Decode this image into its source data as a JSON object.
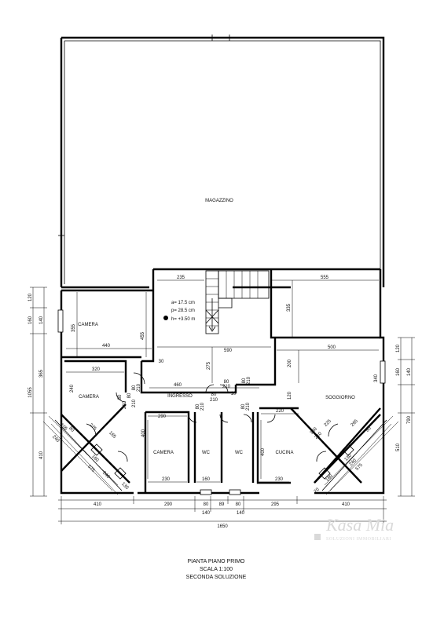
{
  "rooms": {
    "magazzino": "MAGAZZINO",
    "camera_top": "CAMERA",
    "camera_mid": "CAMERA",
    "camera_bottom": "CAMERA",
    "ingresso": "INGRESSO",
    "soggiorno": "SOGGIORNO",
    "wc_left": "WC",
    "wc_right": "WC",
    "cucina": "CUCINA"
  },
  "stair_notes": {
    "a": "a= 17.5 cm",
    "p": "p= 28.5 cm",
    "h": "h= +3.50 m"
  },
  "dimensions": {
    "d235": "235",
    "d555": "555",
    "d335": "335",
    "d590": "590",
    "d275": "275",
    "d440": "440",
    "d455": "455",
    "d30": "30",
    "d355": "355",
    "d320": "320",
    "d240a": "240",
    "d460": "460",
    "d500": "500",
    "d200": "200",
    "d120a": "120",
    "d220": "220",
    "d340": "340",
    "d290a": "290",
    "d400a": "400",
    "d400b": "400",
    "d230a": "230",
    "d160": "160",
    "d10": "10",
    "d230b": "230",
    "b410a": "410",
    "b290": "290",
    "b80a": "80",
    "b89": "89",
    "b80b": "80",
    "b295": "295",
    "b410b": "410",
    "b140a": "140",
    "b140b": "140",
    "b1650": "1650",
    "l120": "120",
    "l160": "160",
    "l140": "140",
    "l365": "365",
    "l410": "410",
    "l1055": "1055",
    "r120": "120",
    "r160": "160",
    "r140": "140",
    "r790": "790",
    "r510": "510",
    "o80a": "80",
    "o210a": "210",
    "o80b": "80",
    "o210b": "210",
    "o80c": "80",
    "o210c": "210",
    "o80d": "80",
    "o210d": "210",
    "o80e": "80",
    "o210e": "210",
    "o80f": "80",
    "o210f": "210",
    "o80g": "80",
    "o210g": "210",
    "o80h": "80",
    "o210h": "210",
    "dg105": "105",
    "dg80": "80",
    "dg240": "240",
    "dg275": "275",
    "dg165": "165",
    "dg160": "160",
    "dg575": "575",
    "dg130": "130",
    "dg240b": "240",
    "dr160": "160",
    "dr210": "210",
    "dr225": "225",
    "dr265": "265",
    "dr80": "80",
    "dr130": "130",
    "dr240": "240",
    "dr575": "575",
    "dr160b": "160",
    "dr70": "70"
  },
  "caption": {
    "line1": "PIANTA PIANO PRIMO",
    "line2": "SCALA 1:100",
    "line3": "SECONDA SOLUZIONE"
  },
  "watermark": {
    "brand": "Kasa Mia",
    "tagline": "SOLUZIONI IMMOBILIARI"
  },
  "colors": {
    "ink": "#000000",
    "watermark": "#d9d9d9"
  }
}
